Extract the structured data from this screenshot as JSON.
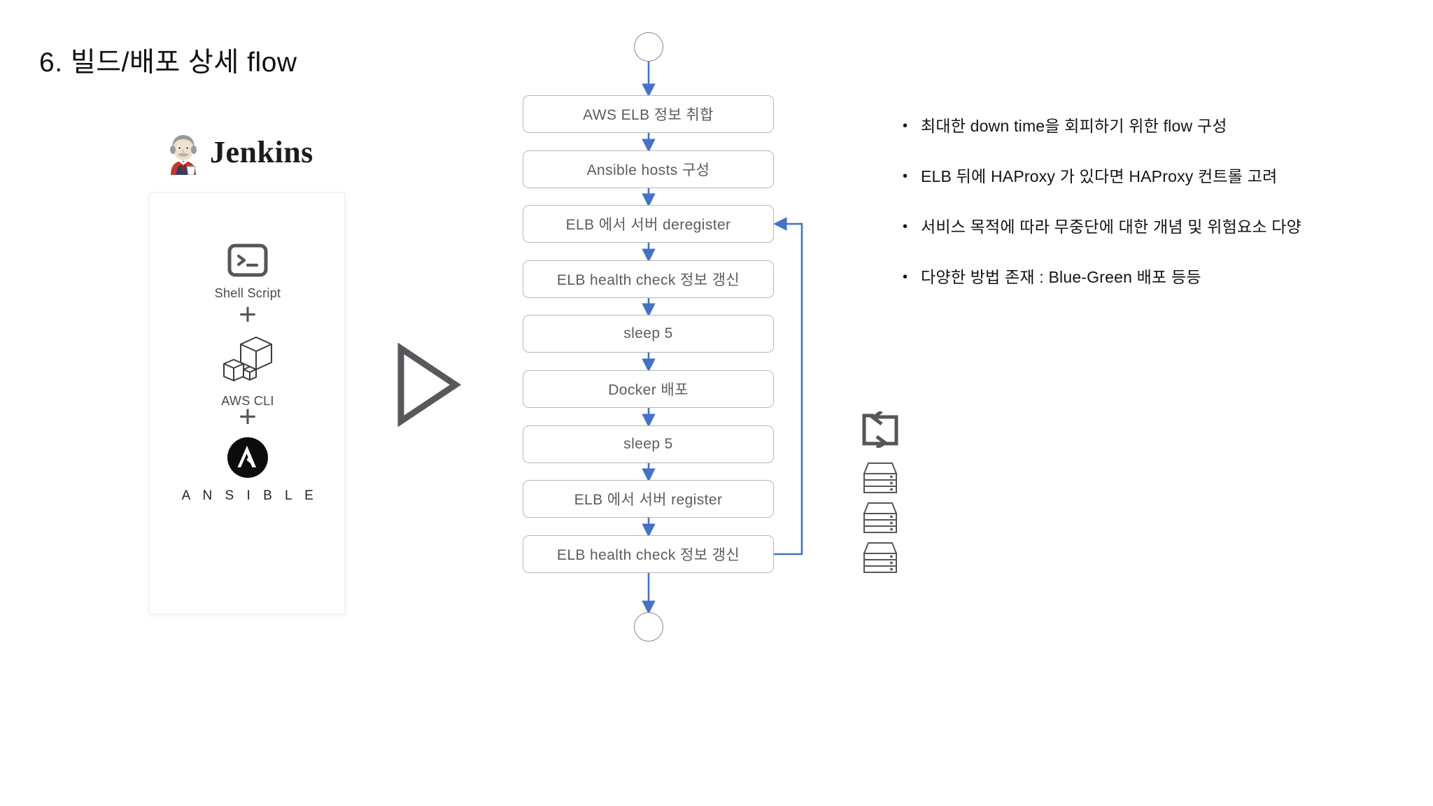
{
  "page": {
    "title": "6. 빌드/배포 상세 flow",
    "background_color": "#ffffff"
  },
  "colors": {
    "arrow_blue": "#4472c4",
    "box_border_gray": "#b6b8bb",
    "box_text_gray": "#5b5c60",
    "icon_gray": "#55565a",
    "text_black": "#141414"
  },
  "left_panel": {
    "logo": {
      "name": "jenkins-logo",
      "wordmark": "Jenkins",
      "mascot_icon": "jenkins-butler-icon"
    },
    "tools": [
      {
        "icon": "terminal-icon",
        "label": "Shell Script"
      },
      {
        "icon": "aws-cubes-icon",
        "label": "AWS CLI"
      },
      {
        "icon": "ansible-icon",
        "label": "A N S I B L E"
      }
    ],
    "separators": [
      "+",
      "+"
    ],
    "play_icon": "play-triangle-icon"
  },
  "flow": {
    "start_node": "start-terminator",
    "end_node": "end-terminator",
    "steps": [
      {
        "label": "AWS ELB 정보 취합"
      },
      {
        "label": "Ansible hosts  구성"
      },
      {
        "label": "ELB 에서 서버 deregister"
      },
      {
        "label": "ELB health check 정보 갱신"
      },
      {
        "label": "sleep 5"
      },
      {
        "label": "Docker 배포"
      },
      {
        "label": "sleep 5"
      },
      {
        "label": "ELB 에서 서버 register"
      },
      {
        "label": "ELB health check 정보 갱신"
      }
    ],
    "loop_back": {
      "from_step_index": 8,
      "to_step_index": 2,
      "icon": "loop-arrow-icon"
    }
  },
  "right_panel": {
    "icons": {
      "refresh": "refresh-loop-icon",
      "servers": [
        "server-rack-icon",
        "server-rack-icon",
        "server-rack-icon"
      ]
    },
    "bullets": [
      {
        "marker": "•",
        "text": "최대한 down time을 회피하기 위한 flow 구성"
      },
      {
        "marker": "•",
        "text": "ELB 뒤에 HAProxy 가 있다면 HAProxy 컨트롤 고려"
      },
      {
        "marker": "•",
        "text": "서비스 목적에 따라 무중단에 대한 개념 및 위험요소 다양"
      },
      {
        "marker": "•",
        "text": "다양한 방법 존재 : Blue-Green 배포 등등"
      }
    ]
  }
}
